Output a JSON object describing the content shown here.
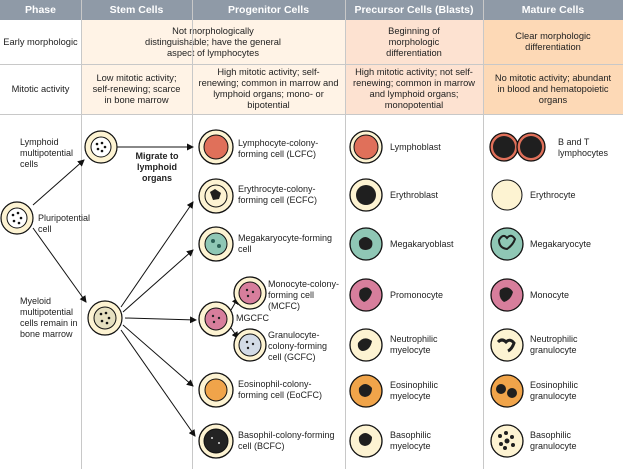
{
  "header": {
    "phase": "Phase",
    "stem": "Stem Cells",
    "progenitor": "Progenitor Cells",
    "precursor": "Precursor Cells (Blasts)",
    "mature": "Mature Cells"
  },
  "row_morph": {
    "label": "Early morphologic",
    "stem_progenitor": "Not morphologically distinguishable; have the general aspect of lymphocytes",
    "precursor": "Beginning of morphologic differentiation",
    "mature": "Clear morphologic differentiation"
  },
  "row_mitotic": {
    "label": "Mitotic activity",
    "stem": "Low mitotic activity; self-renewing; scarce in bone marrow",
    "progenitor": "High mitotic activity; self-renewing; common in marrow and lymphoid organs; mono- or bipotential",
    "precursor": "High mitotic activity; not self-renewing; common in marrow and lymphoid organs; monopotential",
    "mature": "No mitotic activity; abundant in blood and hematopoietic organs"
  },
  "stem": {
    "lymphoid": "Lymphoid multipotential cells",
    "pluripotential": "Pluripotential cell",
    "myeloid": "Myeloid multipotential cells remain in bone marrow",
    "migrate": "Migrate to lymphoid organs"
  },
  "progenitors": {
    "lcfc": "Lymphocyte-colony-forming cell (LCFC)",
    "ecfc": "Erythrocyte-colony-forming cell (ECFC)",
    "mk": "Megakaryocyte-forming cell",
    "mcfc": "Monocyte-colony-forming cell (MCFC)",
    "mgcfc": "MGCFC",
    "gcfc": "Granulocyte-colony-forming cell (GCFC)",
    "eocfc": "Eosinophil-colony-forming cell (EoCFC)",
    "bcfc": "Basophil-colony-forming cell (BCFC)"
  },
  "precursors": {
    "lymphoblast": "Lymphoblast",
    "erythroblast": "Erythroblast",
    "megakaryoblast": "Megakaryoblast",
    "promonocyte": "Promonocyte",
    "neutrophilic": "Neutrophilic myelocyte",
    "eosinophilic": "Eosinophilic myelocyte",
    "basophilic": "Basophilic myelocyte"
  },
  "mature": {
    "lymph": "B and T lymphocytes",
    "erythrocyte": "Erythrocyte",
    "megakaryocyte": "Megakaryocyte",
    "monocyte": "Monocyte",
    "neutrophilic": "Neutrophilic granulocyte",
    "eosinophilic": "Eosinophilic granulocyte",
    "basophilic": "Basophilic granulocyte"
  },
  "colors": {
    "header": "#8f9aa7",
    "pale": "#fff3e6",
    "precursor_bg": "#fde2d1",
    "mature_bg": "#fdd9b6",
    "cell_ring": "#e8cf84",
    "lymph": "#e0705a",
    "nucleus": "#1f1f1f",
    "mk": "#8fc7b5",
    "mono": "#d77e9c",
    "eo": "#f0a44a",
    "baso": "#232323",
    "ery": "#fdf3d2"
  }
}
